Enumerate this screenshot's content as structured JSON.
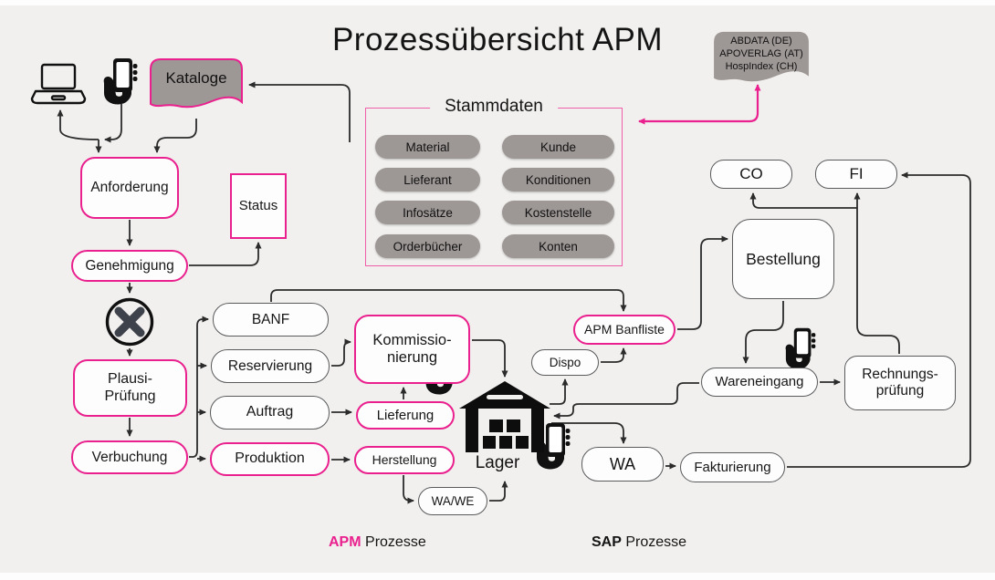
{
  "title": "Prozessübersicht APM",
  "colors": {
    "background": "#f1f0ee",
    "accent_pink": "#e9208d",
    "doc_fill_gray": "#9d9795",
    "box_border_gray": "#595a5c",
    "line_black": "#2b2b2b"
  },
  "icons": {
    "laptop": "laptop-icon",
    "phone": "phone-in-hand-icon",
    "warehouse": "warehouse-icon",
    "gateway": "x-gateway-icon",
    "document": "wavy-document-shape"
  },
  "kataloge": "Kataloge",
  "external_doc": {
    "line1": "ABDATA (DE)",
    "line2": "APOVERLAG (AT)",
    "line3": "HospIndex (CH)"
  },
  "stammdaten": {
    "title": "Stammdaten",
    "items": [
      "Material",
      "Kunde",
      "Lieferant",
      "Konditionen",
      "Infosätze",
      "Kostenstelle",
      "Orderbücher",
      "Konten"
    ]
  },
  "nodes": {
    "anforderung": "Anforderung",
    "status": "Status",
    "genehmigung": "Genehmigung",
    "plausi1": "Plausi-",
    "plausi2": "Prüfung",
    "verbuchung": "Verbuchung",
    "banf": "BANF",
    "reservierung": "Reservierung",
    "auftrag": "Auftrag",
    "produktion": "Produktion",
    "komm1": "Kommissio-",
    "komm2": "nierung",
    "lieferung": "Lieferung",
    "herstellung": "Herstellung",
    "wawe": "WA/WE",
    "lager": "Lager",
    "dispo": "Dispo",
    "apm_banfliste": "APM Banfliste",
    "bestellung": "Bestellung",
    "co": "CO",
    "fi": "FI",
    "wareneingang": "Wareneingang",
    "rechnung1": "Rechnungs-",
    "rechnung2": "prüfung",
    "wa": "WA",
    "fakturierung": "Fakturierung"
  },
  "legend": {
    "apm": "APM",
    "apm_label": "Prozesse",
    "sap": "SAP",
    "sap_label": "Prozesse"
  }
}
